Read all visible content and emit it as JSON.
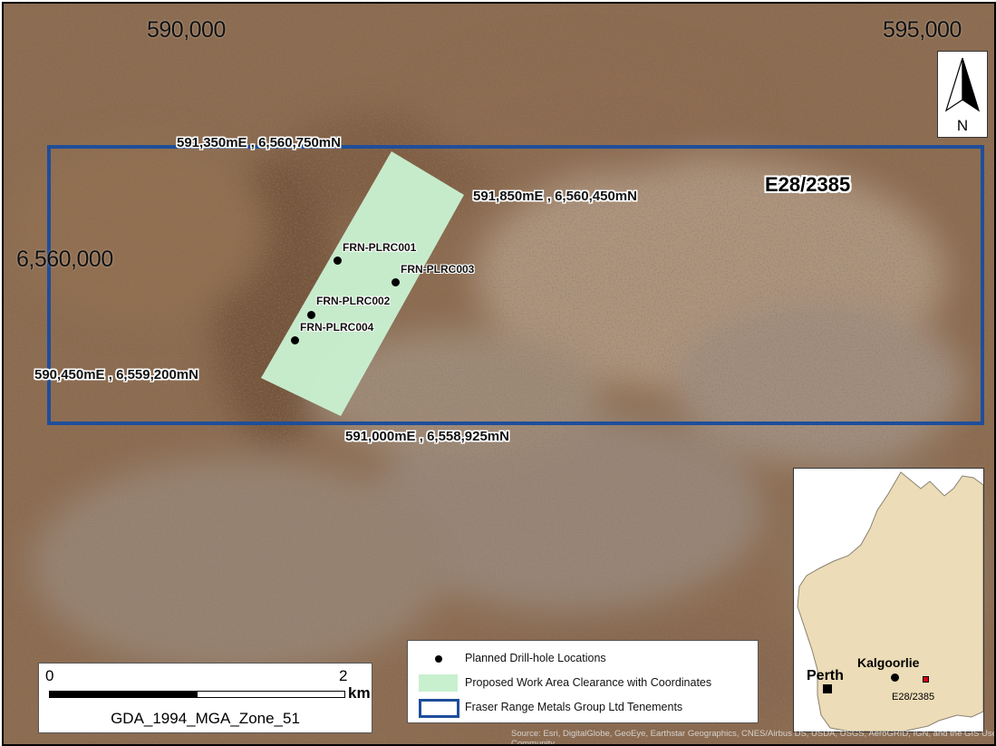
{
  "map": {
    "grid_labels": {
      "x1": "590,000",
      "x2": "595,000",
      "y1": "6,560,000"
    },
    "tenement_label": "E28/2385",
    "corner_coordinates": [
      "591,350mE , 6,560,750mN",
      "591,850mE , 6,560,450mN",
      "590,450mE , 6,559,200mN",
      "591,000mE , 6,558,925mN"
    ],
    "drill_holes": [
      "FRN-PLRC001",
      "FRN-PLRC003",
      "FRN-PLRC002",
      "FRN-PLRC004"
    ],
    "colors": {
      "tenement_outline": "#1f4e9a",
      "work_area_fill": "#c8f0cf",
      "drill_hole": "#000000",
      "terrain_base": "#8a6a4e",
      "inset_land": "#ecdcb7",
      "inset_sea": "#ffffff",
      "inset_tenement_marker": "#d0021b"
    }
  },
  "north_arrow": {
    "icon": "north-arrow-icon",
    "letter": "N"
  },
  "scale_bar": {
    "start": "0",
    "end": "2",
    "unit": "km",
    "projection": "GDA_1994_MGA_Zone_51"
  },
  "legend": {
    "items": [
      {
        "symbol": "black-dot",
        "label": "Planned Drill-hole Locations"
      },
      {
        "symbol": "light-green-fill",
        "label": "Proposed Work Area Clearance with Coordinates"
      },
      {
        "symbol": "blue-outline",
        "label": "Fraser Range Metals Group Ltd Tenements"
      }
    ]
  },
  "inset": {
    "perth": "Perth",
    "kalgoorlie": "Kalgoorlie",
    "tenement": "E28/2385"
  },
  "attribution": "Source: Esri, DigitalGlobe, GeoEye, Earthstar Geographics, CNES/Airbus DS, USDA, USGS, AeroGRID, IGN, and the GIS User Community"
}
